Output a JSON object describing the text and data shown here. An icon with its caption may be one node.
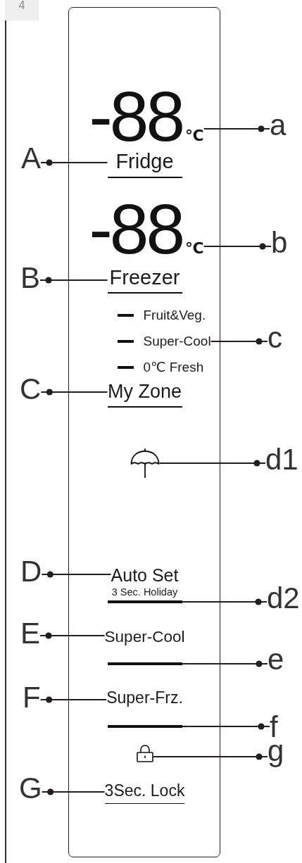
{
  "diagram": {
    "nodes": [
      {
        "text": [],
        "shape": "box"
      },
      {
        "text": [
          "-88",
          "℃"
        ],
        "in": 0
      },
      {
        "text": [
          "a"
        ]
      },
      {
        "text": [
          "A"
        ]
      },
      {
        "text": [
          "Fridge"
        ],
        "in": 0
      },
      {
        "text": [
          "-88",
          "℃"
        ],
        "in": 0
      },
      {
        "text": [
          "b"
        ]
      },
      {
        "text": [
          "B"
        ]
      },
      {
        "text": [
          "Freezer"
        ],
        "in": 0
      },
      {
        "text": [
          "Fruit&Veg.",
          "Super-Cool",
          "0℃ Fresh"
        ],
        "in": 0
      },
      {
        "text": [
          "c"
        ]
      },
      {
        "text": [
          "C"
        ]
      },
      {
        "text": [
          "My Zone"
        ],
        "in": 0
      },
      {
        "text": [],
        "shape": "picture",
        "in": 0
      },
      {
        "text": [
          "d1"
        ]
      },
      {
        "text": [
          "D"
        ]
      },
      {
        "text": [
          "Auto Set",
          "3 Sec. Holiday"
        ],
        "in": 0
      },
      {
        "text": [],
        "shape": "bar",
        "in": 0
      },
      {
        "text": [
          "d2"
        ]
      },
      {
        "text": [
          "E"
        ]
      },
      {
        "text": [
          "Super-Cool"
        ],
        "in": 0
      },
      {
        "text": [],
        "shape": "bar",
        "in": 0
      },
      {
        "text": [
          "e"
        ]
      },
      {
        "text": [
          "F"
        ]
      },
      {
        "text": [
          "Super-Frz."
        ],
        "in": 0
      },
      {
        "text": [],
        "shape": "bar",
        "in": 0
      },
      {
        "text": [
          "f"
        ]
      },
      {
        "text": [],
        "shape": "picture",
        "in": 0
      },
      {
        "text": [
          "g"
        ]
      },
      {
        "text": [
          "G"
        ]
      },
      {
        "text": [
          "3Sec. Lock"
        ],
        "in": 0
      }
    ],
    "edges": [
      {
        "from": 2,
        "to": 1,
        "arrow": "other"
      },
      {
        "from": 3,
        "to": 4,
        "arrow": "other"
      },
      {
        "from": 6,
        "to": 5,
        "arrow": "other"
      },
      {
        "from": 7,
        "to": 8,
        "arrow": "other"
      },
      {
        "from": 10,
        "to": 9,
        "arrow": "other"
      },
      {
        "from": 11,
        "to": 12,
        "arrow": "other"
      },
      {
        "from": 14,
        "to": 13,
        "arrow": "other"
      },
      {
        "from": 15,
        "to": 16,
        "arrow": "other"
      },
      {
        "from": 18,
        "to": 17,
        "arrow": "other"
      },
      {
        "from": 19,
        "to": 20,
        "arrow": "other"
      },
      {
        "from": 22,
        "to": 21,
        "arrow": "other"
      },
      {
        "from": 23,
        "to": 24,
        "arrow": "other"
      },
      {
        "from": 26,
        "to": 25,
        "arrow": "other"
      },
      {
        "from": 28,
        "to": 27,
        "arrow": "other"
      },
      {
        "from": 29,
        "to": 30,
        "arrow": "other"
      }
    ],
    "labels": [
      "4"
    ]
  }
}
